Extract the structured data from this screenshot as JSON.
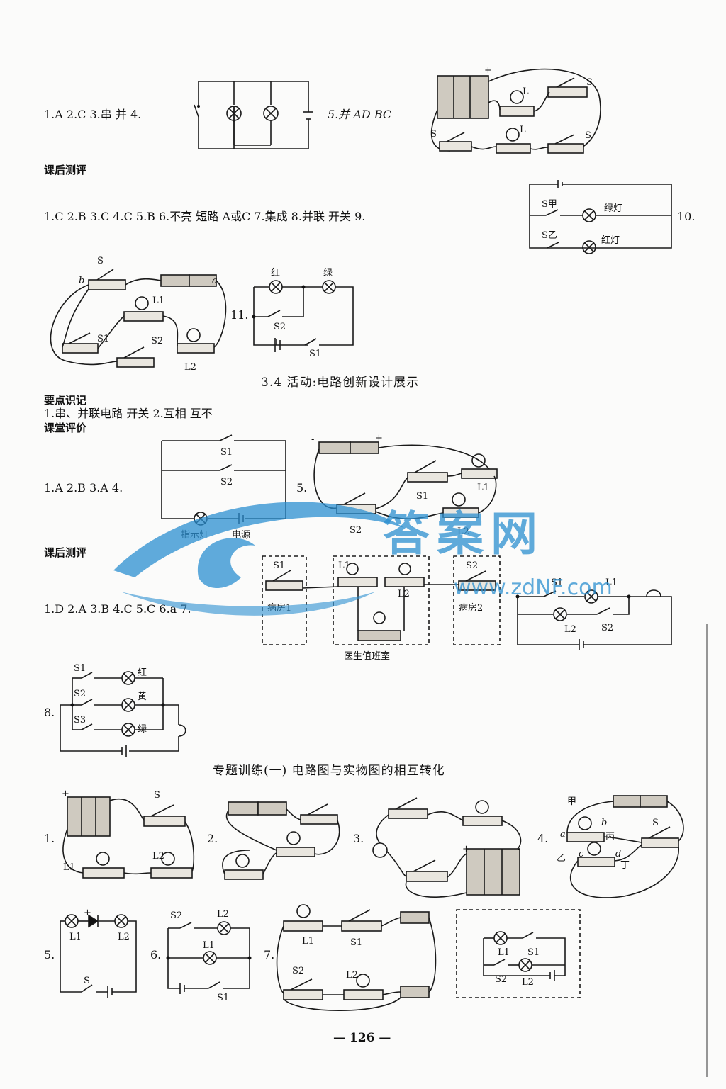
{
  "answers": {
    "row1": {
      "text": "1.A  2.C  3.串  并  4.",
      "q5": "5.并  AD  BC"
    },
    "sec_after1": "课后测评",
    "row2": {
      "text": "1.C  2.B  3.C  4.C  5.B  6.不亮  短路  A或C  7.集成  8.并联  开关  9.",
      "q10": "10."
    },
    "fig9": {
      "s1": "S甲",
      "s2": "S乙",
      "l1": "绿灯",
      "l2": "红灯"
    },
    "fig10": {
      "s": "S",
      "b": "b",
      "a": "a",
      "l1": "L1",
      "s1": "S1",
      "s2": "S2",
      "l2": "L2"
    },
    "fig11": {
      "num": "11.",
      "red": "红",
      "green": "绿",
      "s2": "S2",
      "s1": "S1"
    }
  },
  "section34": {
    "title": "3.4  活动:电路创新设计展示",
    "key_points_head": "要点识记",
    "key_points": "1.串、并联电路  开关  2.互相  互不",
    "class_eval_head": "课堂评价",
    "row": "1.A  2.B  3.A  4.",
    "q5": "5.",
    "fig4": {
      "s1": "S1",
      "s2": "S2",
      "lamp": "指示灯",
      "power": "电源"
    },
    "fig5": {
      "s1": "S1",
      "l1": "L1",
      "s2": "S2",
      "l2": "L2"
    },
    "after_head": "课后测评",
    "row2": "1.D  2.A  3.B  4.C  5.C  6.a  7.",
    "fig7": {
      "room1": "病房1",
      "room2": "病房2",
      "duty": "医生值班室",
      "s1": "S1",
      "s2": "S2",
      "l1": "L1",
      "l2": "L2"
    },
    "fig7b": {
      "s1": "S1",
      "l1": "L1",
      "l2": "L2",
      "s2": "S2"
    },
    "fig8": {
      "num": "8.",
      "s1": "S1",
      "s2": "S2",
      "s3": "S3",
      "red": "红",
      "yellow": "黄",
      "green": "绿"
    }
  },
  "topic": {
    "title": "专题训练(一)  电路图与实物图的相互转化",
    "nums": [
      "1.",
      "2.",
      "3.",
      "4.",
      "5.",
      "6.",
      "7."
    ],
    "fig1": {
      "s": "S",
      "l1": "L1",
      "l2": "L2"
    },
    "fig4": {
      "jia": "甲",
      "yi": "乙",
      "bing": "丙",
      "ding": "丁",
      "a": "a",
      "b": "b",
      "c": "c",
      "d": "d",
      "s": "S"
    },
    "fig5": {
      "l1": "L1",
      "l2": "L2",
      "s": "S"
    },
    "fig6": {
      "s2": "S2",
      "l2": "L2",
      "l1": "L1",
      "s1": "S1"
    },
    "fig7": {
      "l1": "L1",
      "s1": "S1",
      "s2": "S2",
      "l2": "L2"
    },
    "fig7b": {
      "l1": "L1",
      "s1": "S1",
      "s2": "S2",
      "l2": "L2"
    }
  },
  "page_number": "— 126 —",
  "watermark": {
    "text": "答案网",
    "url": "www.zdNF.com",
    "color": "#2b8fd0"
  }
}
